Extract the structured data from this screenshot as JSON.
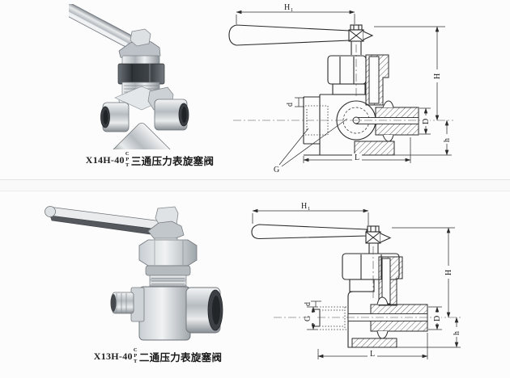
{
  "palette": {
    "line": "#2b2b2b",
    "paper": "#fcfcfc"
  },
  "products": [
    {
      "model": "X14H-40",
      "material_codes": [
        "C",
        "P",
        "T"
      ],
      "product_name": "三通压力表旋塞阀",
      "drawing": {
        "dim_labels": {
          "H1_main": "H",
          "H1_sub": "1",
          "H": "H",
          "D": "D",
          "h": "h",
          "d": "d",
          "L": "L",
          "G": "G"
        }
      }
    },
    {
      "model": "X13H-40",
      "material_codes": [
        "C",
        "P",
        "T"
      ],
      "product_name": "二通压力表旋塞阀",
      "drawing": {
        "dim_labels": {
          "H1_main": "H",
          "H1_sub": "1",
          "H": "H",
          "D": "D",
          "h": "h",
          "d": "d",
          "L": "L",
          "G": "G"
        }
      }
    }
  ]
}
